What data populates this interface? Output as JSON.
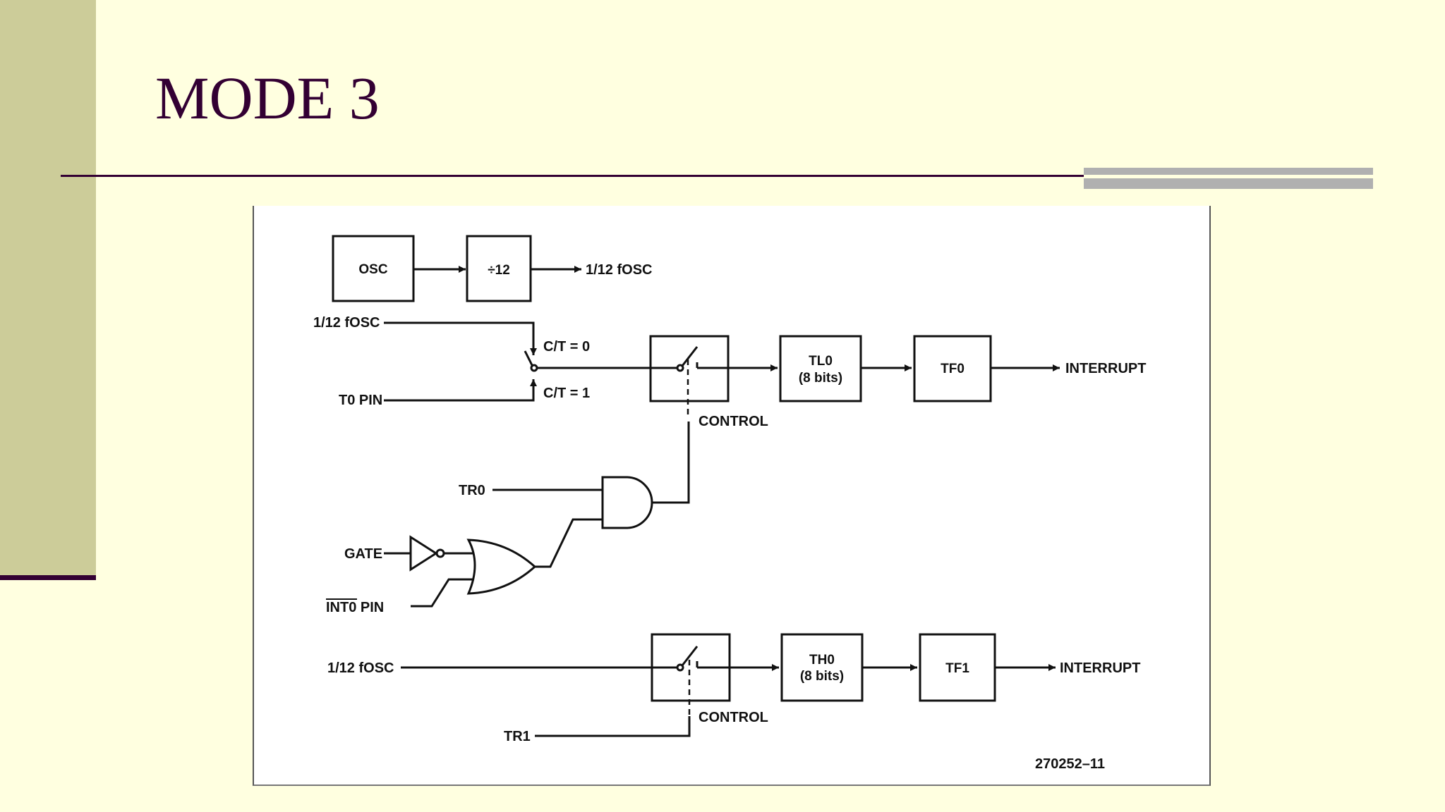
{
  "slide": {
    "title": "MODE 3"
  },
  "diagram": {
    "osc_block": "OSC",
    "divider_block": "÷12",
    "osc_out_label": "1/12 fOSC",
    "input_osc_label": "1/12 fOSC",
    "ct0_label": "C/T = 0",
    "ct1_label": "C/T = 1",
    "t0_pin_label": "T0 PIN",
    "control_label_top": "CONTROL",
    "tl0_block": "TL0",
    "tl0_bits": "(8 bits)",
    "tf0_block": "TF0",
    "interrupt_top": "INTERRUPT",
    "tr0_label": "TR0",
    "gate_label": "GATE",
    "int0_label": "INT0 PIN",
    "lower_osc_label": "1/12 fOSC",
    "th0_block": "TH0",
    "th0_bits": "(8 bits)",
    "tf1_block": "TF1",
    "interrupt_bottom": "INTERRUPT",
    "control_label_bottom": "CONTROL",
    "tr1_label": "TR1",
    "figure_code": "270252–11"
  }
}
